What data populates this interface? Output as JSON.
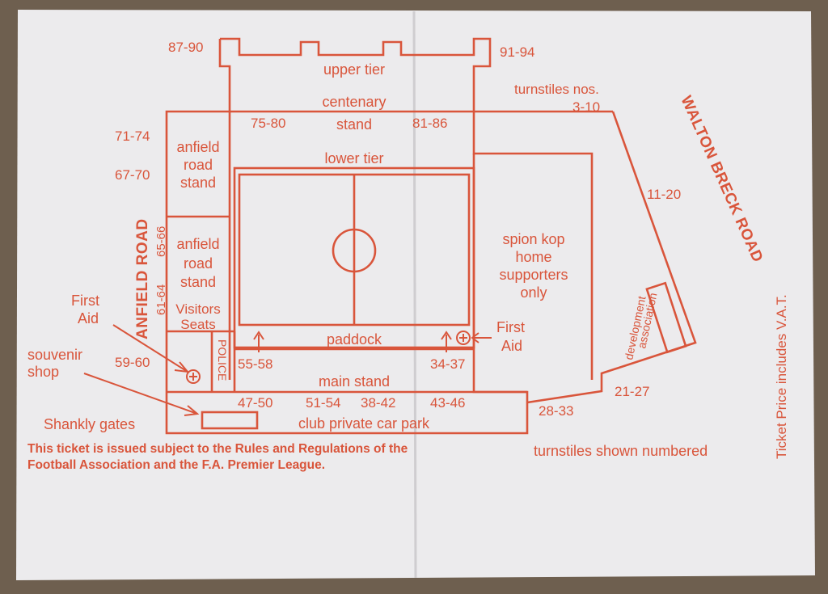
{
  "stands": {
    "upper_tier": "upper tier",
    "centenary_1": "centenary",
    "centenary_2": "stand",
    "lower_tier": "lower tier",
    "anfield_road_1": [
      "anfield",
      "road",
      "stand"
    ],
    "anfield_road_2": [
      "anfield",
      "road",
      "stand"
    ],
    "visitors": [
      "Visitors",
      "Seats"
    ],
    "police": "POLICE",
    "spion_kop": [
      "spion kop",
      "home",
      "supporters",
      "only"
    ],
    "paddock": "paddock",
    "main_stand": "main stand",
    "car_park": "club private car park",
    "development": [
      "development",
      "association"
    ]
  },
  "turnstiles": {
    "t87_90": "87-90",
    "t91_94": "91-94",
    "t75_80": "75-80",
    "t81_86": "81-86",
    "t71_74": "71-74",
    "t67_70": "67-70",
    "t65_66": "65-66",
    "t61_64": "61-64",
    "t59_60": "59-60",
    "t55_58": "55-58",
    "t34_37": "34-37",
    "t47_50": "47-50",
    "t51_54": "51-54",
    "t38_42": "38-42",
    "t43_46": "43-46",
    "t28_33": "28-33",
    "t21_27": "21-27",
    "t11_20": "11-20",
    "t3_10": "3-10",
    "heading": "turnstiles nos."
  },
  "facilities": {
    "first_aid_left": [
      "First",
      "Aid"
    ],
    "first_aid_right": [
      "First",
      "Aid"
    ],
    "souvenir": [
      "souvenir",
      "shop"
    ],
    "shankly": "Shankly gates"
  },
  "roads": {
    "anfield_road": "ANFIELD ROAD",
    "walton_breck": "WALTON BRECK ROAD"
  },
  "footer": {
    "terms_1": "This ticket is issued subject to the Rules and Regulations of the",
    "terms_2": "Football Association and the F.A. Premier League.",
    "turnstiles_note": "turnstiles shown numbered",
    "vat": "Ticket Price includes V.A.T."
  },
  "colors": {
    "ink": "#d9553b",
    "paper": "#ecebed",
    "table": "#6e5f4f"
  }
}
